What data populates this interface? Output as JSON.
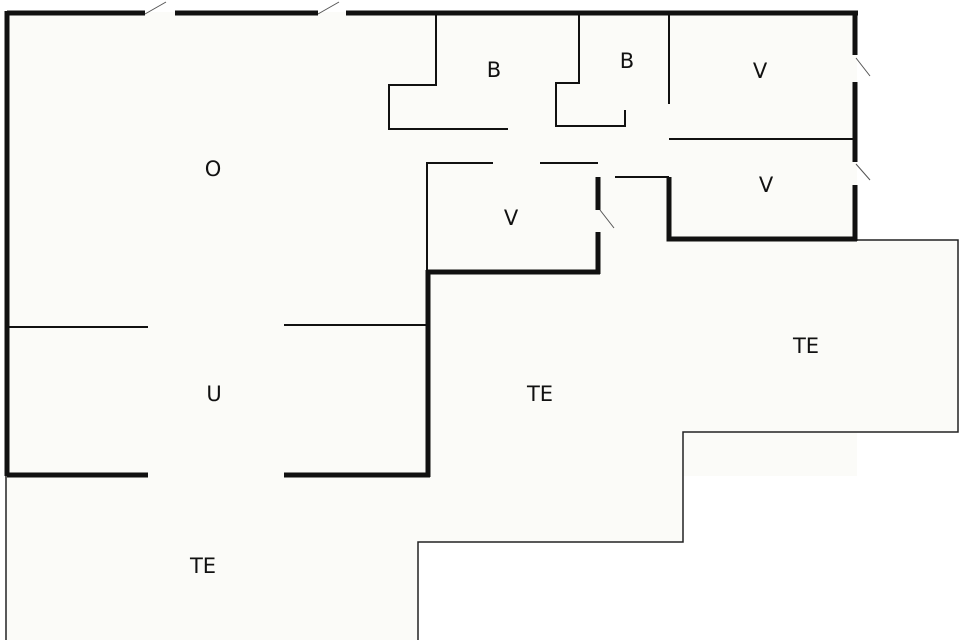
{
  "floor_fill": "#fbfbf8",
  "wall_color": "#111111",
  "rooms": {
    "living": "O",
    "bath_1": "B",
    "bath_2": "B",
    "bedroom_1": "V",
    "bedroom_2": "V",
    "bedroom_3": "V",
    "utility": "U",
    "terrace_east": "TE",
    "terrace_center": "TE",
    "terrace_south": "TE"
  }
}
